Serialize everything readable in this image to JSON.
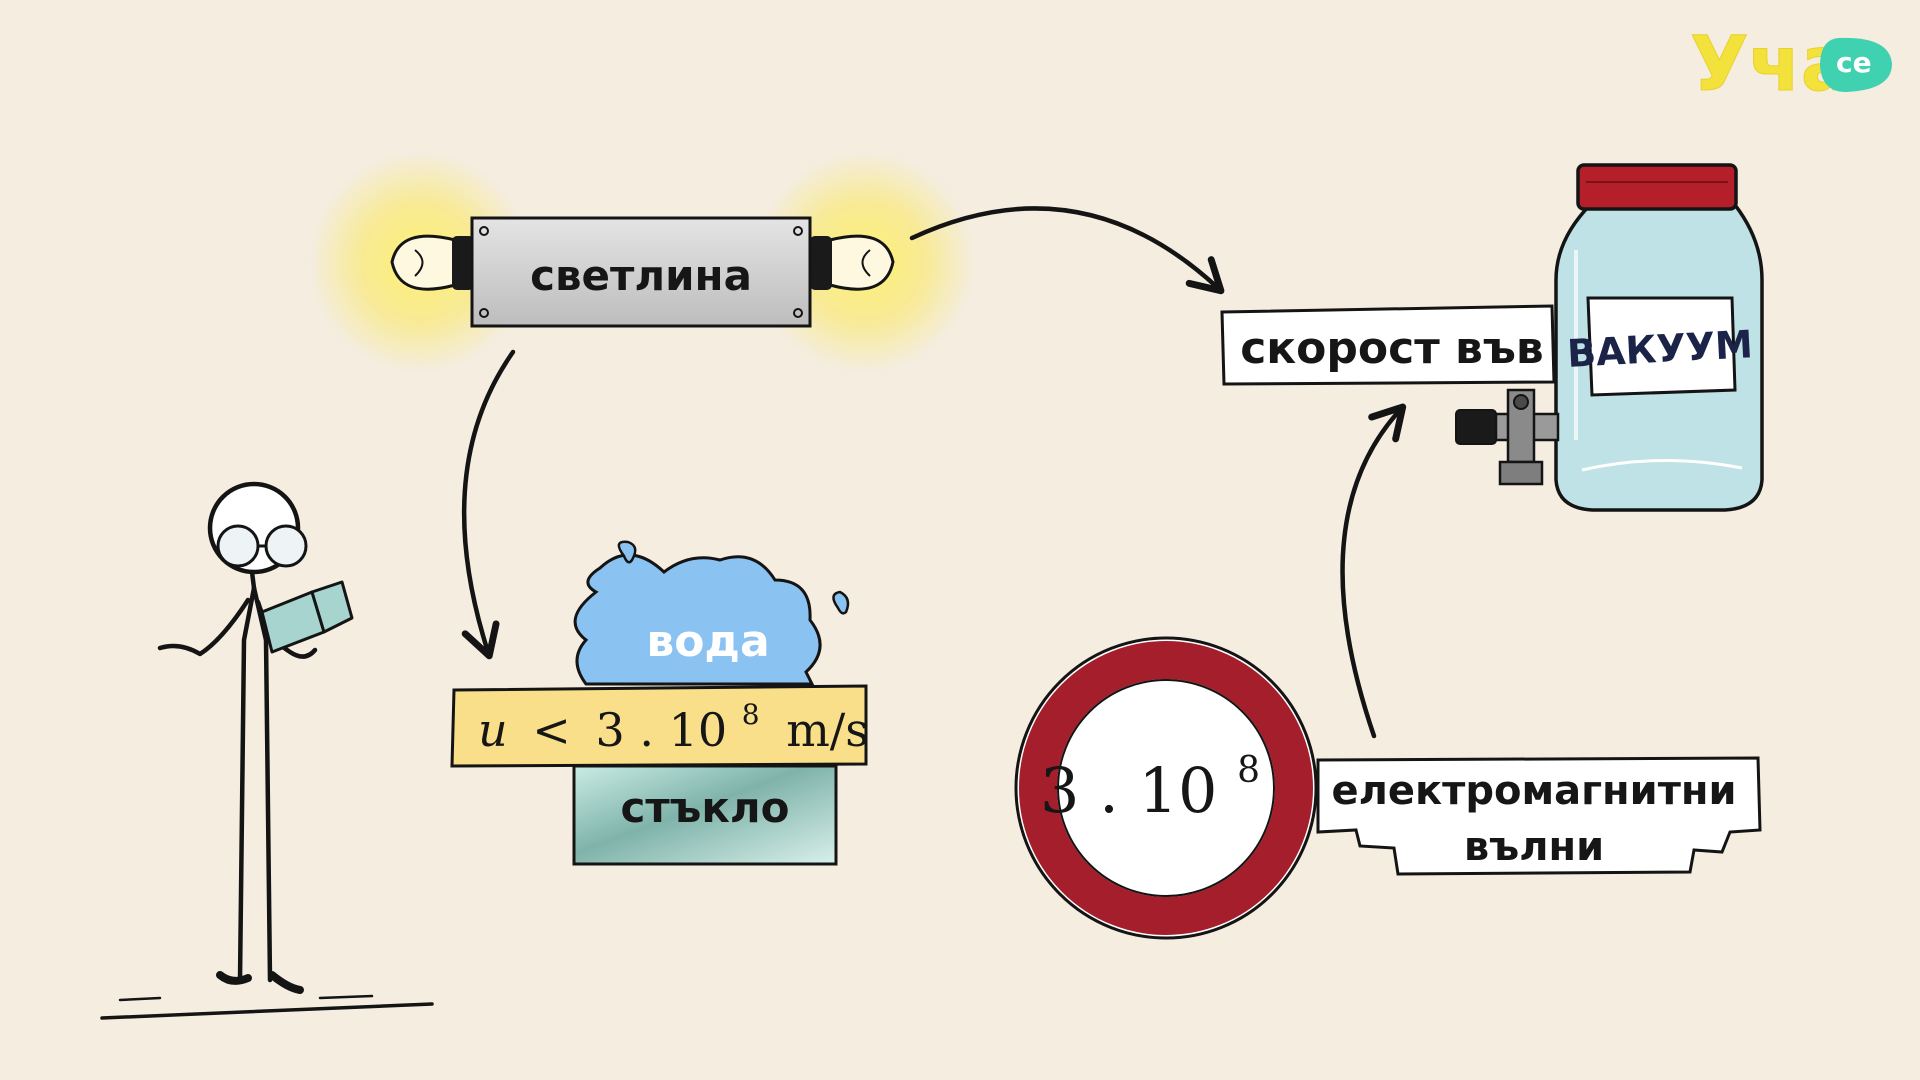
{
  "brand": {
    "logo_text": "Уча",
    "logo_badge": "се",
    "colors": {
      "yellow": "#f4e23c",
      "teal": "#3fd1b0"
    }
  },
  "light_tube": {
    "label": "светлина"
  },
  "vacuum": {
    "speed_label": "скорост във",
    "jar_label": "ВАКУУМ",
    "colors": {
      "lid": "#b51f2a",
      "glass": "#bfe2e6"
    }
  },
  "water": {
    "label": "вода",
    "color": "#8ac2f2"
  },
  "speed_in_media": {
    "u": "u",
    "lt": "<",
    "base": "3 . 10",
    "exp": "8",
    "unit": "m/s",
    "color": "#f9df8a"
  },
  "glass": {
    "label": "стъкло",
    "color": "#a9d6cd"
  },
  "speed_sign": {
    "base": "3 . 10",
    "exp": "8",
    "ring_color": "#a51e2c"
  },
  "em_waves": {
    "line1": "електромагнитни",
    "line2": "вълни"
  },
  "icons": [
    "light-bulb-icon",
    "jar-icon",
    "valve-icon",
    "stick-figure-icon",
    "book-icon",
    "arrow-icon"
  ]
}
